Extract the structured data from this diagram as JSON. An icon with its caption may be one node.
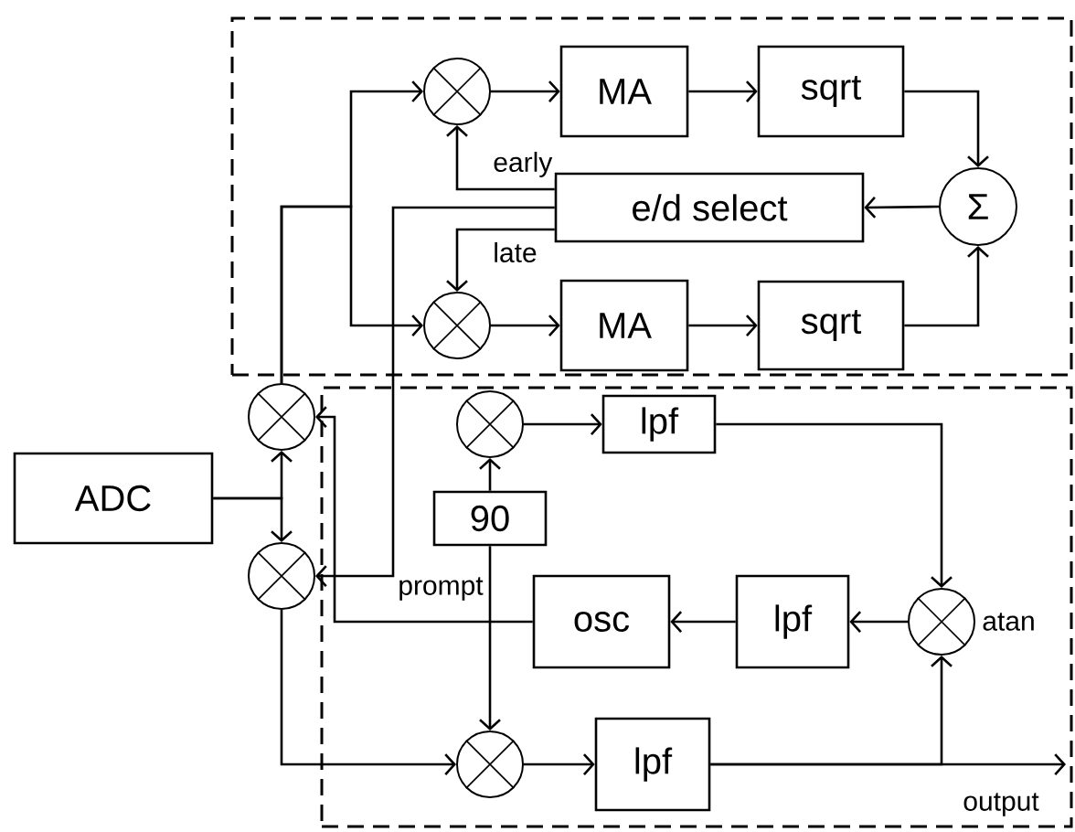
{
  "diagram": {
    "nodes": [
      {
        "text": [],
        "shape": "box"
      },
      {
        "text": [],
        "shape": "circle",
        "in": 0
      },
      {
        "text": [
          "MA"
        ],
        "in": 0
      },
      {
        "text": [
          "sqrt"
        ],
        "in": 0
      },
      {
        "text": [
          "e/d select"
        ],
        "in": 0
      },
      {
        "text": [
          "Σ"
        ],
        "in": 0
      },
      {
        "text": [],
        "shape": "circle",
        "in": 0
      },
      {
        "text": [
          "MA"
        ],
        "in": 0
      },
      {
        "text": [
          "sqrt"
        ],
        "in": 0
      },
      {
        "text": [],
        "shape": "box"
      },
      {
        "text": [],
        "shape": "circle"
      },
      {
        "text": [],
        "shape": "circle",
        "in": 9
      },
      {
        "text": [
          "lpf"
        ],
        "in": 9
      },
      {
        "text": [
          "ADC"
        ]
      },
      {
        "text": [
          "90"
        ],
        "in": 9
      },
      {
        "text": [],
        "shape": "circle"
      },
      {
        "text": [
          "osc"
        ],
        "in": 9
      },
      {
        "text": [
          "lpf"
        ],
        "in": 9
      },
      {
        "text": [],
        "shape": "circle",
        "in": 9,
        "beside": [
          "atan"
        ]
      },
      {
        "text": [],
        "shape": "circle",
        "in": 9
      },
      {
        "text": [
          "lpf"
        ],
        "in": 9
      }
    ],
    "edges": [
      {
        "from": 13,
        "to": 10,
        "arrow": "to"
      },
      {
        "from": 13,
        "to": 15,
        "arrow": "to"
      },
      {
        "from": 10,
        "to": 1,
        "arrow": "to"
      },
      {
        "from": 10,
        "to": 6,
        "arrow": "to"
      },
      {
        "from": 4,
        "to": 1,
        "arrow": "to",
        "label": "early"
      },
      {
        "from": 4,
        "to": 6,
        "arrow": "to",
        "label": "late"
      },
      {
        "from": 4,
        "to": 15,
        "arrow": "to",
        "label": "prompt"
      },
      {
        "from": 1,
        "to": 2,
        "arrow": "to"
      },
      {
        "from": 2,
        "to": 3,
        "arrow": "to"
      },
      {
        "from": 3,
        "to": 5,
        "arrow": "to"
      },
      {
        "from": 6,
        "to": 7,
        "arrow": "to"
      },
      {
        "from": 7,
        "to": 8,
        "arrow": "to"
      },
      {
        "from": 8,
        "to": 5,
        "arrow": "to"
      },
      {
        "from": 5,
        "to": 4,
        "arrow": "to"
      },
      {
        "from": 16,
        "to": 10,
        "arrow": "to"
      },
      {
        "from": 14,
        "to": 11,
        "arrow": "to"
      },
      {
        "from": 14,
        "to": 19,
        "arrow": "to"
      },
      {
        "from": 15,
        "to": 19,
        "arrow": "to"
      },
      {
        "from": 11,
        "to": 12,
        "arrow": "to"
      },
      {
        "from": 12,
        "to": 18,
        "arrow": "to"
      },
      {
        "from": 19,
        "to": 20,
        "arrow": "to"
      },
      {
        "from": 20,
        "to": 18,
        "arrow": "to"
      },
      {
        "from": 20,
        "to": null,
        "arrow": "to",
        "label": "output"
      },
      {
        "from": 18,
        "to": 17,
        "arrow": "to"
      },
      {
        "from": 17,
        "to": 16,
        "arrow": "to"
      }
    ]
  }
}
